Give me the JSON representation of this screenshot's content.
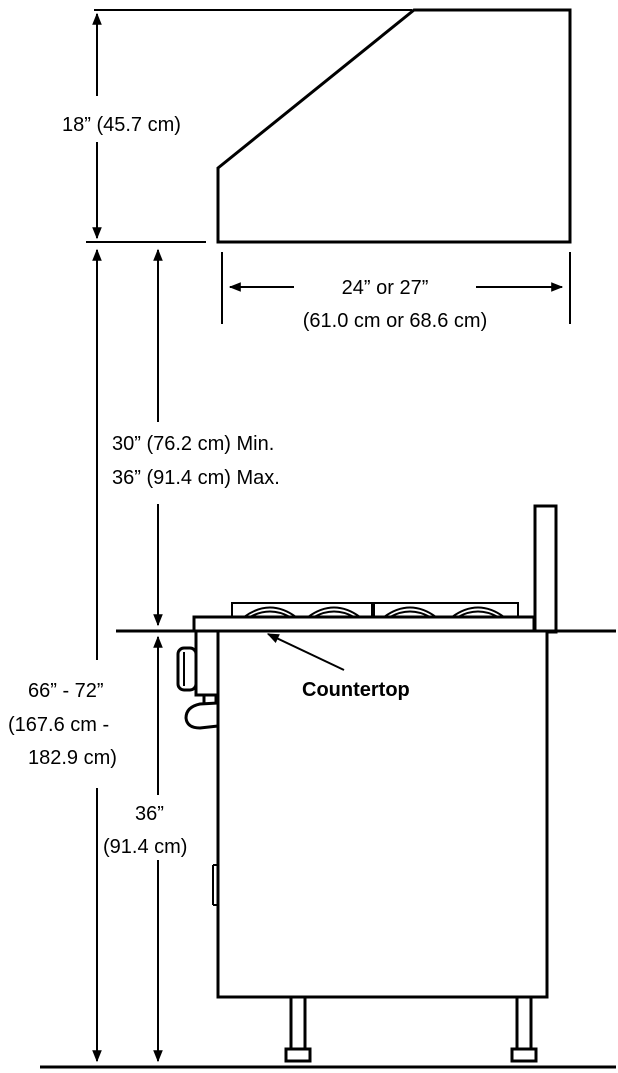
{
  "dimensions": {
    "hood_height": "18” (45.7 cm)",
    "hood_depth_line1": "24” or 27”",
    "hood_depth_line2": "(61.0 cm or 68.6 cm)",
    "clearance_line1": "30” (76.2 cm) Min.",
    "clearance_line2": "36” (91.4 cm) Max.",
    "overall_line1": "66” - 72”",
    "overall_line2": "(167.6 cm -",
    "overall_line3": "182.9 cm)",
    "counter_height_line1": "36”",
    "counter_height_line2": "(91.4 cm)"
  },
  "callouts": {
    "countertop": "Countertop"
  }
}
